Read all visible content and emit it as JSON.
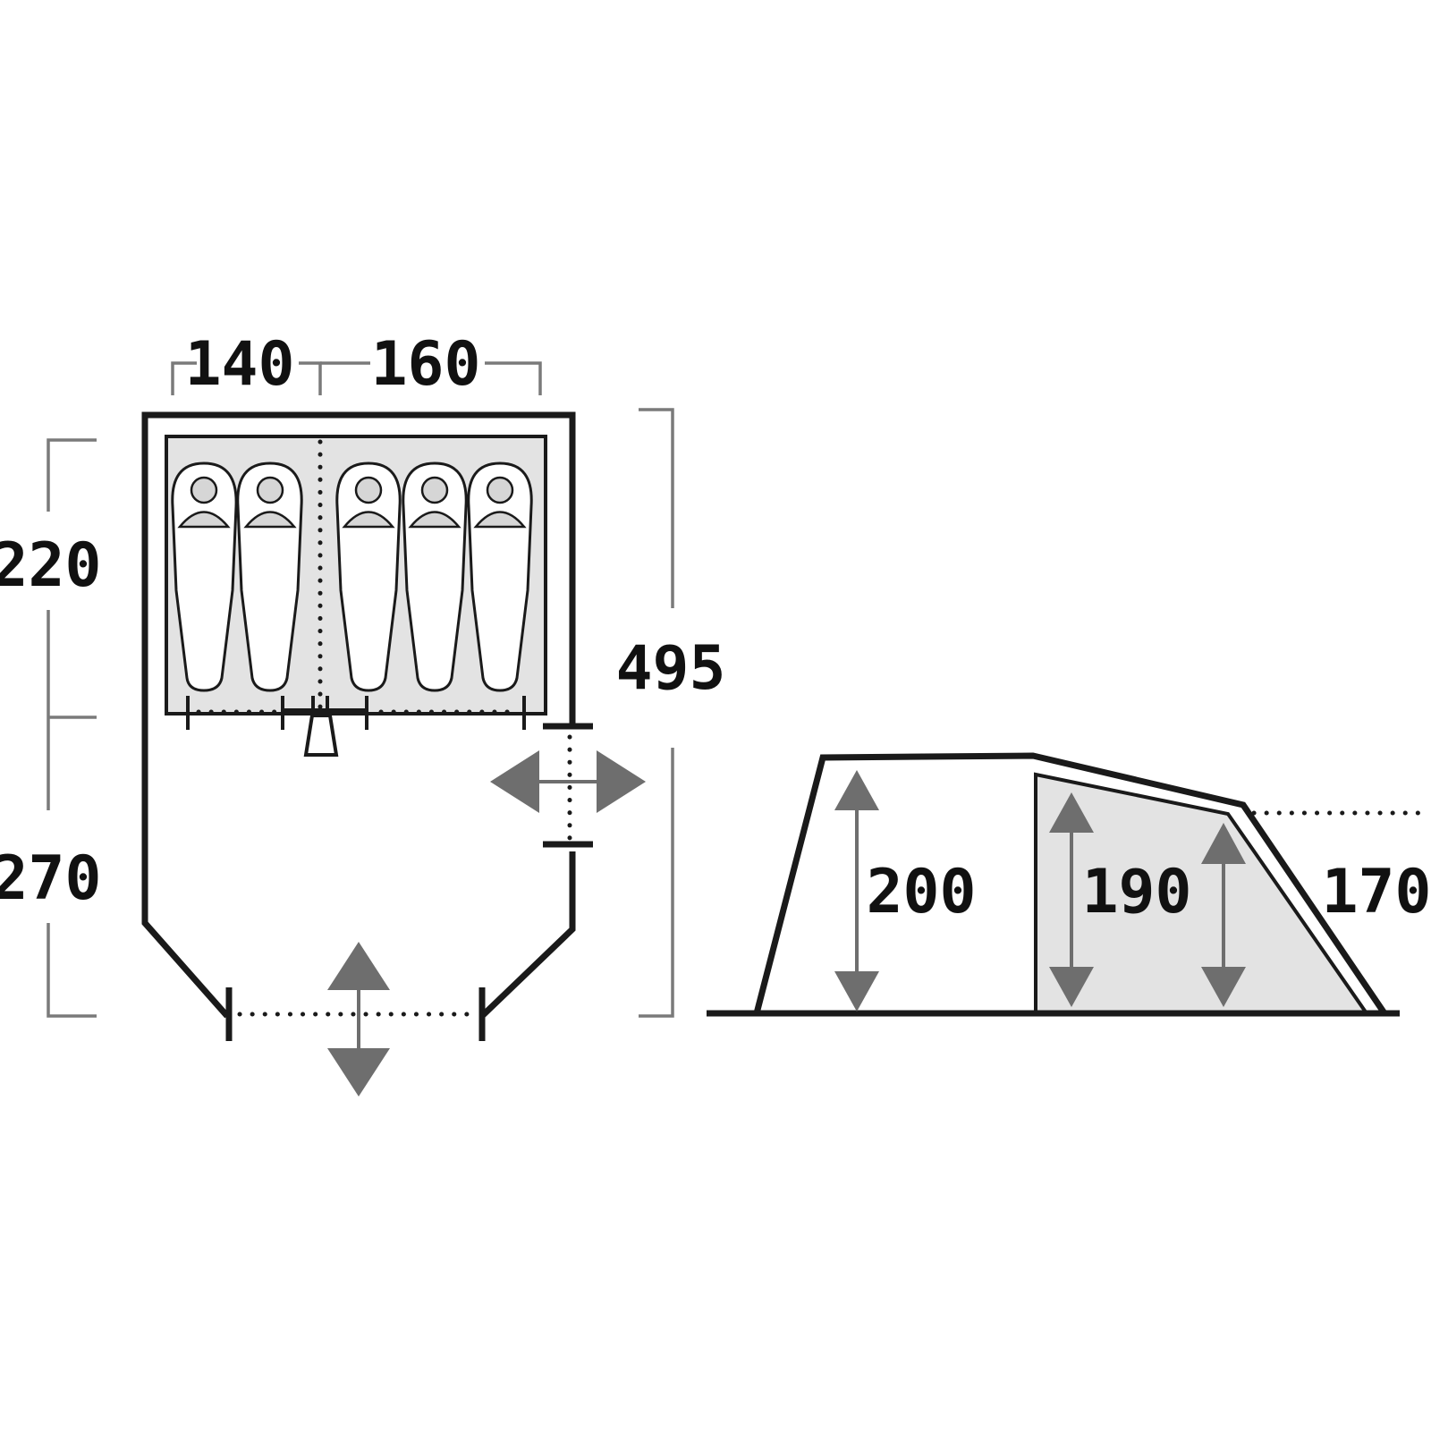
{
  "floor_plan": {
    "width_left": "140",
    "width_right": "160",
    "depth_bedroom": "220",
    "depth_living": "270",
    "total_length": "495"
  },
  "side_view": {
    "height_living": "200",
    "height_bedroom_front": "190",
    "height_bedroom_back": "170"
  },
  "colors": {
    "line": "#1a1a1a",
    "dimension_line": "#7a7a7a",
    "arrow": "#6e6e6e",
    "bedroom_fill": "#e3e3e3"
  },
  "icons": {
    "sleeping_bag": "sleeping-bag-icon",
    "door_arrow": "double-arrow-icon"
  }
}
